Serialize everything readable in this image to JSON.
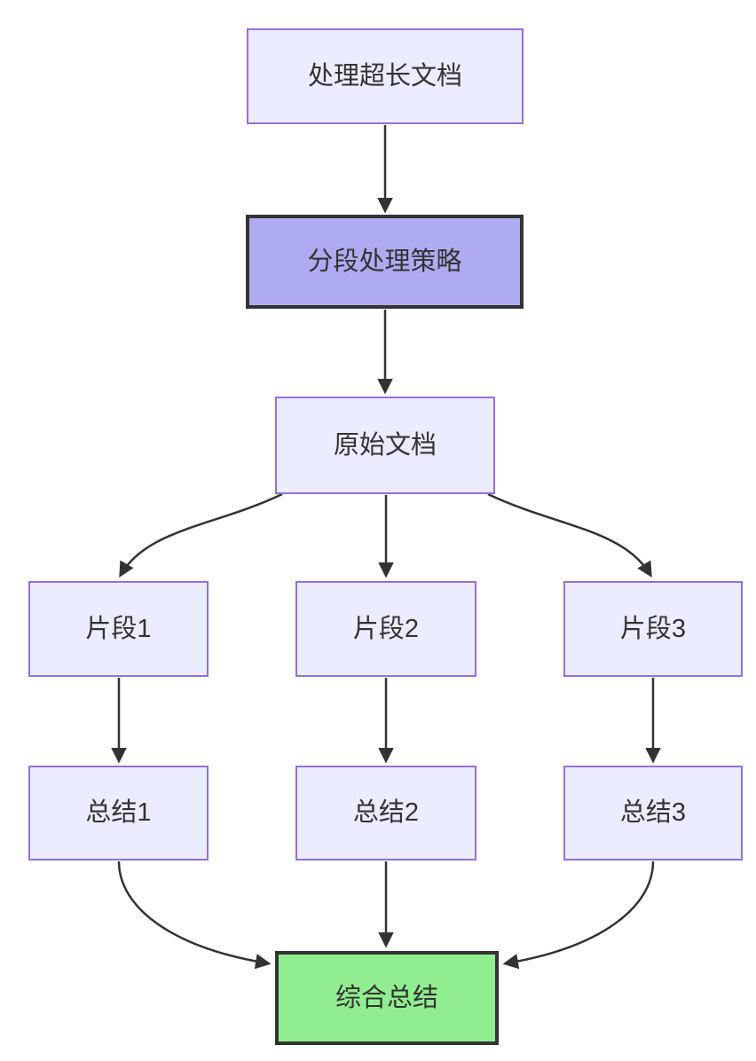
{
  "diagram": {
    "type": "flowchart",
    "direction": "top-down",
    "nodes": [
      {
        "label": "处理超长文档",
        "style": "default"
      },
      {
        "label": "分段处理策略",
        "style": "emphasis"
      },
      {
        "label": "原始文档",
        "style": "default"
      },
      {
        "label": "片段1",
        "style": "default"
      },
      {
        "label": "片段2",
        "style": "default"
      },
      {
        "label": "片段3",
        "style": "default"
      },
      {
        "label": "总结1",
        "style": "default"
      },
      {
        "label": "总结2",
        "style": "default"
      },
      {
        "label": "总结3",
        "style": "default"
      },
      {
        "label": "综合总结",
        "style": "success"
      }
    ],
    "edges": [
      {
        "from": "处理超长文档",
        "to": "分段处理策略"
      },
      {
        "from": "分段处理策略",
        "to": "原始文档"
      },
      {
        "from": "原始文档",
        "to": "片段1"
      },
      {
        "from": "原始文档",
        "to": "片段2"
      },
      {
        "from": "原始文档",
        "to": "片段3"
      },
      {
        "from": "片段1",
        "to": "总结1"
      },
      {
        "from": "片段2",
        "to": "总结2"
      },
      {
        "from": "片段3",
        "to": "总结3"
      },
      {
        "from": "总结1",
        "to": "综合总结"
      },
      {
        "from": "总结2",
        "to": "综合总结"
      },
      {
        "from": "总结3",
        "to": "综合总结"
      }
    ],
    "colors": {
      "background": "#FFFFFF",
      "node_fill": "#ECECFF",
      "node_border": "#9370DB",
      "emphasis_fill": "#AFABF2",
      "emphasis_border": "#333333",
      "success_fill": "#90EE90",
      "success_border": "#333333",
      "edge_color": "#333333",
      "text_color": "#333333"
    }
  }
}
